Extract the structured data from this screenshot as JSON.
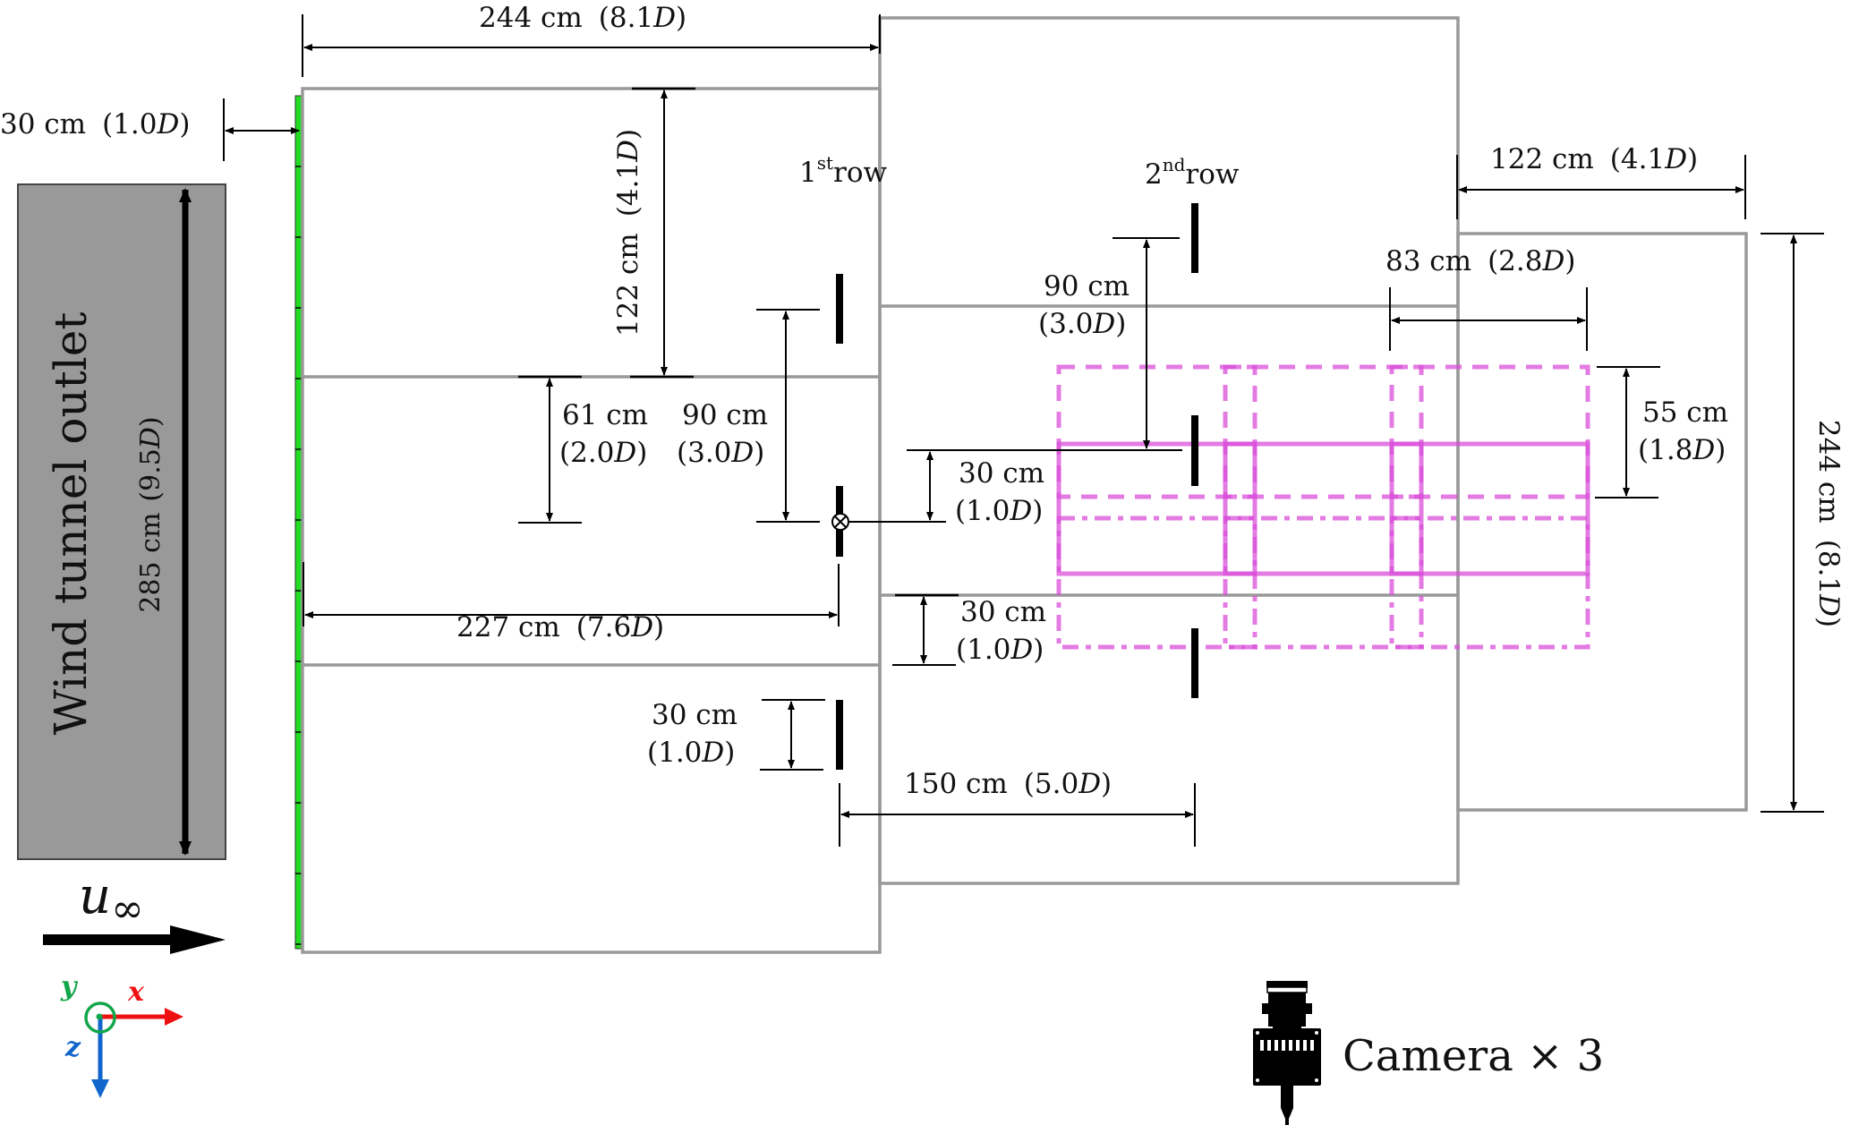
{
  "figure": {
    "wind_tunnel_label": "Wind tunnel outlet",
    "outlet_width": {
      "text": "285 cm",
      "d": "(9.5",
      "dsym": "D",
      "close": ")"
    },
    "freestream_label": "u",
    "freestream_sub": "∞",
    "rows": {
      "first": {
        "num": "1",
        "sup": "st",
        "word": "row"
      },
      "second": {
        "num": "2",
        "sup": "nd",
        "word": "row"
      }
    },
    "dimensions": {
      "table_length_1": {
        "cm": "244 cm",
        "d": "(8.1",
        "dsym": "D",
        "close": ")"
      },
      "gap_to_outlet": {
        "cm": "30 cm",
        "d": "(1.0",
        "dsym": "D",
        "close": ")"
      },
      "panel_width_1": {
        "cm": "122 cm",
        "d": "(4.1",
        "dsym": "D",
        "close": ")"
      },
      "half_panel": {
        "cm": "61 cm",
        "d": "(2.0",
        "dsym": "D",
        "close": ")"
      },
      "spanwise_spacing_1": {
        "cm": "90 cm",
        "d": "(3.0",
        "dsym": "D",
        "close": ")"
      },
      "streamwise_to_first_row": {
        "cm": "227 cm",
        "d": "(7.6",
        "dsym": "D",
        "close": ")"
      },
      "rotor_diameter": {
        "cm": "30 cm",
        "d": "(1.0",
        "dsym": "D",
        "close": ")"
      },
      "spanwise_spacing_2": {
        "cm": "90 cm",
        "d": "(3.0",
        "dsym": "D",
        "close": ")"
      },
      "offset_upper": {
        "cm": "30 cm",
        "d": "(1.0",
        "dsym": "D",
        "close": ")"
      },
      "offset_lower": {
        "cm": "30 cm",
        "d": "(1.0",
        "dsym": "D",
        "close": ")"
      },
      "row_spacing": {
        "cm": "150 cm",
        "d": "(5.0",
        "dsym": "D",
        "close": ")"
      },
      "panel_width_3": {
        "cm": "122 cm",
        "d": "(4.1",
        "dsym": "D",
        "close": ")"
      },
      "fov_length": {
        "cm": "83 cm",
        "d": "(2.8",
        "dsym": "D",
        "close": ")"
      },
      "fov_height": {
        "cm": "55 cm",
        "d": "(1.8",
        "dsym": "D",
        "close": ")"
      },
      "table_width_3": {
        "cm": "244 cm",
        "d": "(8.1",
        "dsym": "D",
        "close": ")"
      }
    },
    "camera_label": "Camera × 3",
    "axes": {
      "x": "x",
      "y": "y",
      "z": "z"
    },
    "colors": {
      "outlet_fill": "#999999",
      "trip_strip": "#22dd22",
      "panel_stroke": "#999999",
      "fov": "#d94fd9",
      "axis_x": "#ee1111",
      "axis_y": "#11a64a",
      "axis_z": "#1166cc"
    }
  }
}
